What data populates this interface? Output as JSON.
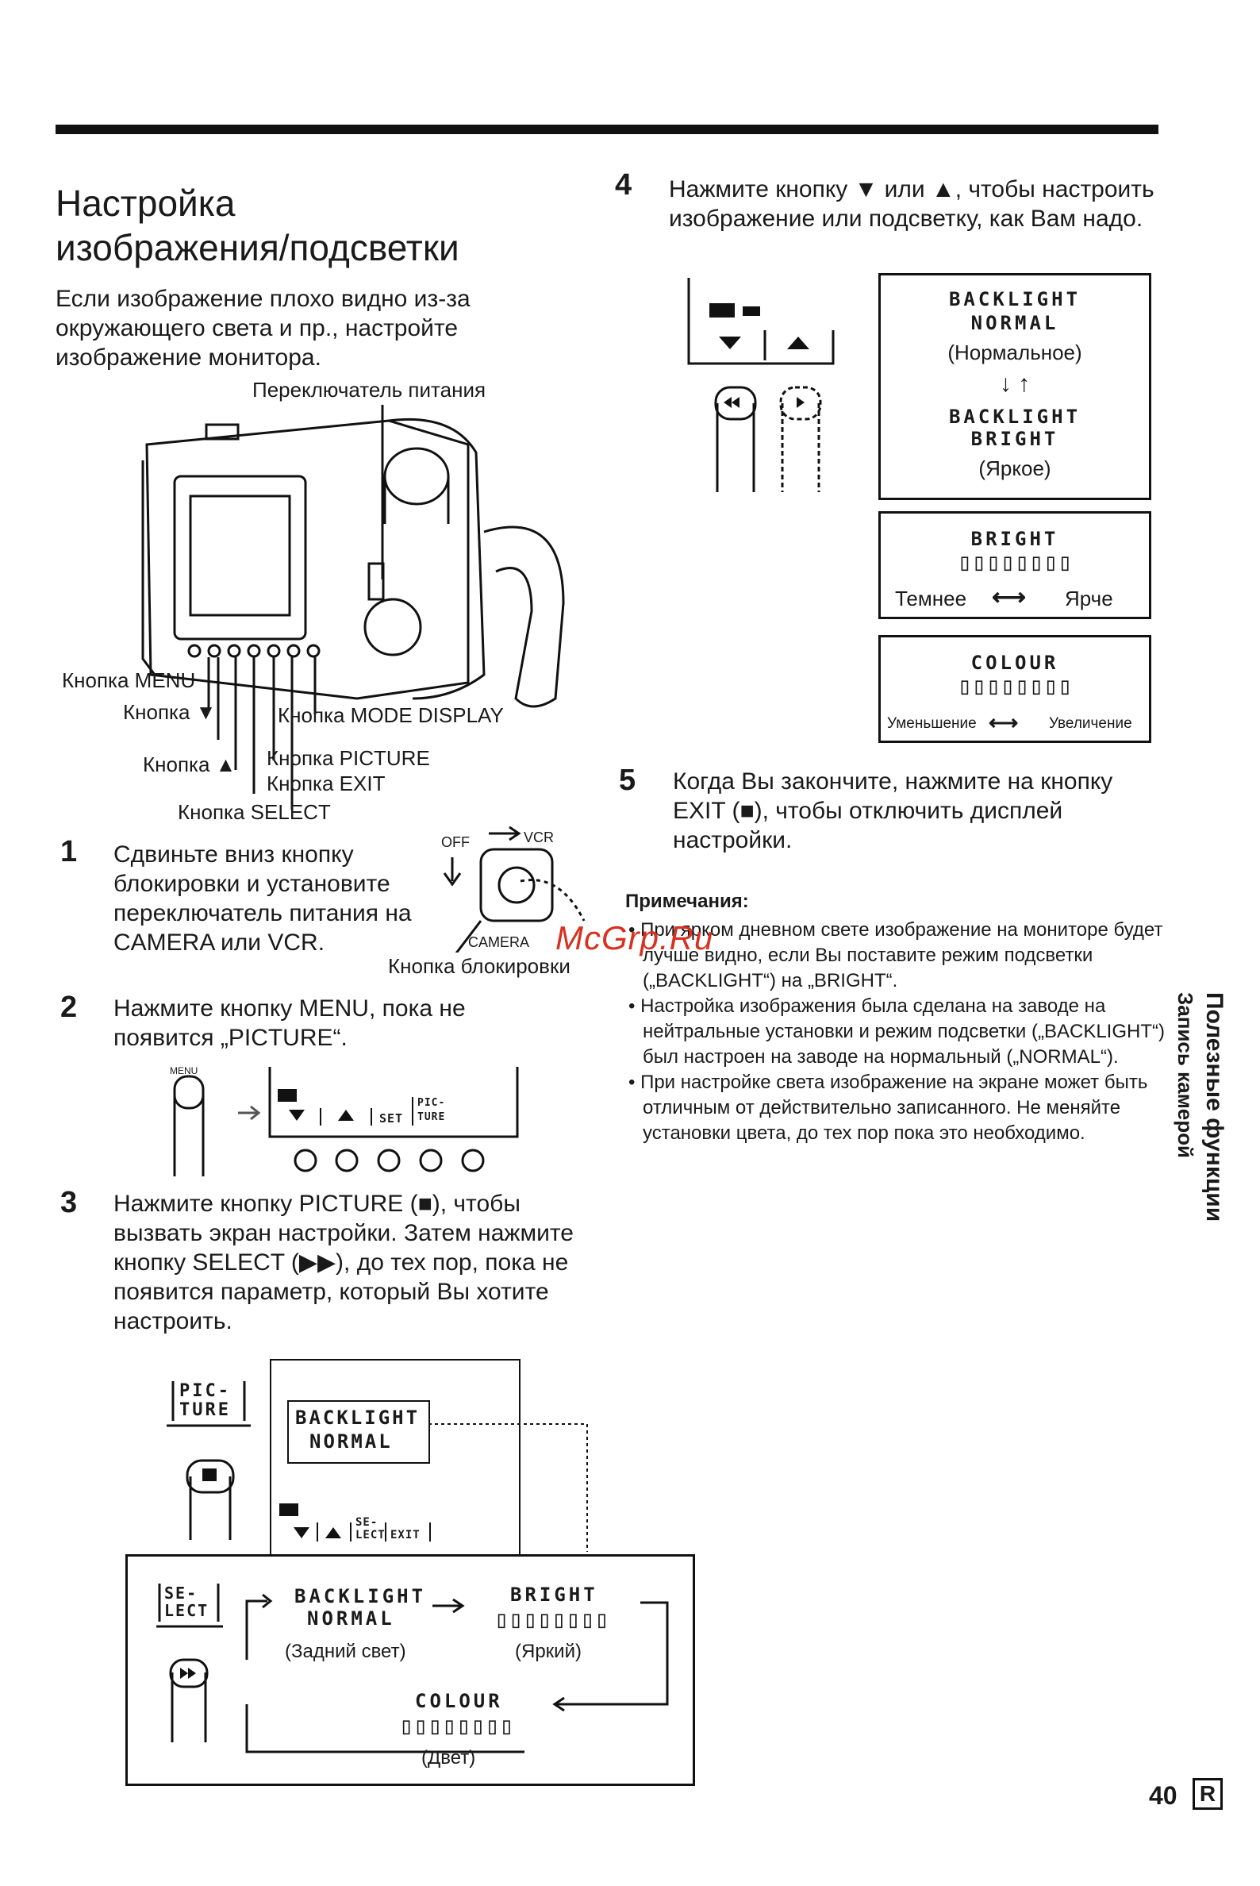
{
  "header": {
    "title_line1": "Настройка",
    "title_line2": "изображения/подсветки"
  },
  "intro": "Если изображение плохо видно из-за окружающего света и пр., настройте изображение монитора.",
  "figure": {
    "power_switch": "Переключатель питания",
    "btn_menu": "Кнопка MENU",
    "btn_down": "Кнопка ▼",
    "btn_up": "Кнопка ▲",
    "btn_mode": "Кнопка MODE DISPLAY",
    "btn_picture": "Кнопка PICTURE",
    "btn_exit": "Кнопка EXIT",
    "btn_select": "Кнопка SELECT"
  },
  "steps": {
    "s1": {
      "num": "1",
      "text": "Сдвиньте вниз кнопку блокировки и установите переключатель питания на CAMERA или VCR.",
      "off": "OFF",
      "vcr": "VCR",
      "camera": "CAMERA",
      "lock_label": "Кнопка блокировки"
    },
    "s2": {
      "num": "2",
      "text": "Нажмите кнопку MENU, пока не появится „PICTURE“.",
      "menu": "MENU",
      "set": "SET",
      "pic1": "PIC-",
      "pic2": "TURE"
    },
    "s3": {
      "num": "3",
      "text": "Нажмите кнопку PICTURE (■), чтобы вызвать экран настройки. Затем нажмите кнопку SELECT (▶▶), до тех пор, пока не появится параметр, который Вы хотите настроить.",
      "pic1": "PIC-",
      "pic2": "TURE",
      "bl": "BACKLIGHT",
      "normal": "NORMAL",
      "se1": "SE-",
      "se2": "LECT",
      "exit": "EXIT"
    },
    "s4": {
      "num": "4",
      "text": "Нажмите кнопку ▼ или ▲, чтобы настроить изображение или подсветку, как Вам надо."
    },
    "s5": {
      "num": "5",
      "text": "Когда Вы закончите, нажмите на кнопку EXIT (■), чтобы отключить дисплей настройки."
    }
  },
  "cycle": {
    "bl": "BACKLIGHT",
    "normal": "NORMAL",
    "bl_caption": "(Задний свет)",
    "bright": "BRIGHT",
    "bright_caption": "(Яркий)",
    "colour": "COLOUR",
    "colour_caption": "(Двет)"
  },
  "panels": {
    "backlight": {
      "bl1": "BACKLIGHT",
      "normal": "NORMAL",
      "normal_ru": "(Нормальное)",
      "bl2": "BACKLIGHT",
      "bright": "BRIGHT",
      "bright_ru": "(Яркое)"
    },
    "bright": {
      "title": "BRIGHT",
      "left": "Темнее",
      "right": "Ярче"
    },
    "colour": {
      "title": "COLOUR",
      "left": "Уменьшение",
      "right": "Увеличение"
    }
  },
  "notes": {
    "title": "Примечания:",
    "items": [
      "При ярком дневном свете изображение на мониторе будет лучше видно, если Вы поставите режим подсветки („BACKLIGHT“) на „BRIGHT“.",
      "Настройка изображения была сделана на заводе на нейтральные установки и режим подсветки („BACKLIGHT“) был настроен на заводе на нормальный („NORMAL“).",
      "При настройке света изображение на экране может быть отличным от действительно записанного. Не меняйте установки цвета, до тех пор пока это необходимо."
    ]
  },
  "side": {
    "line1": "Полезные функции",
    "line2": "Запись камерой"
  },
  "footer": {
    "page": "40",
    "lang": "R"
  },
  "watermark": "McGrp.Ru"
}
